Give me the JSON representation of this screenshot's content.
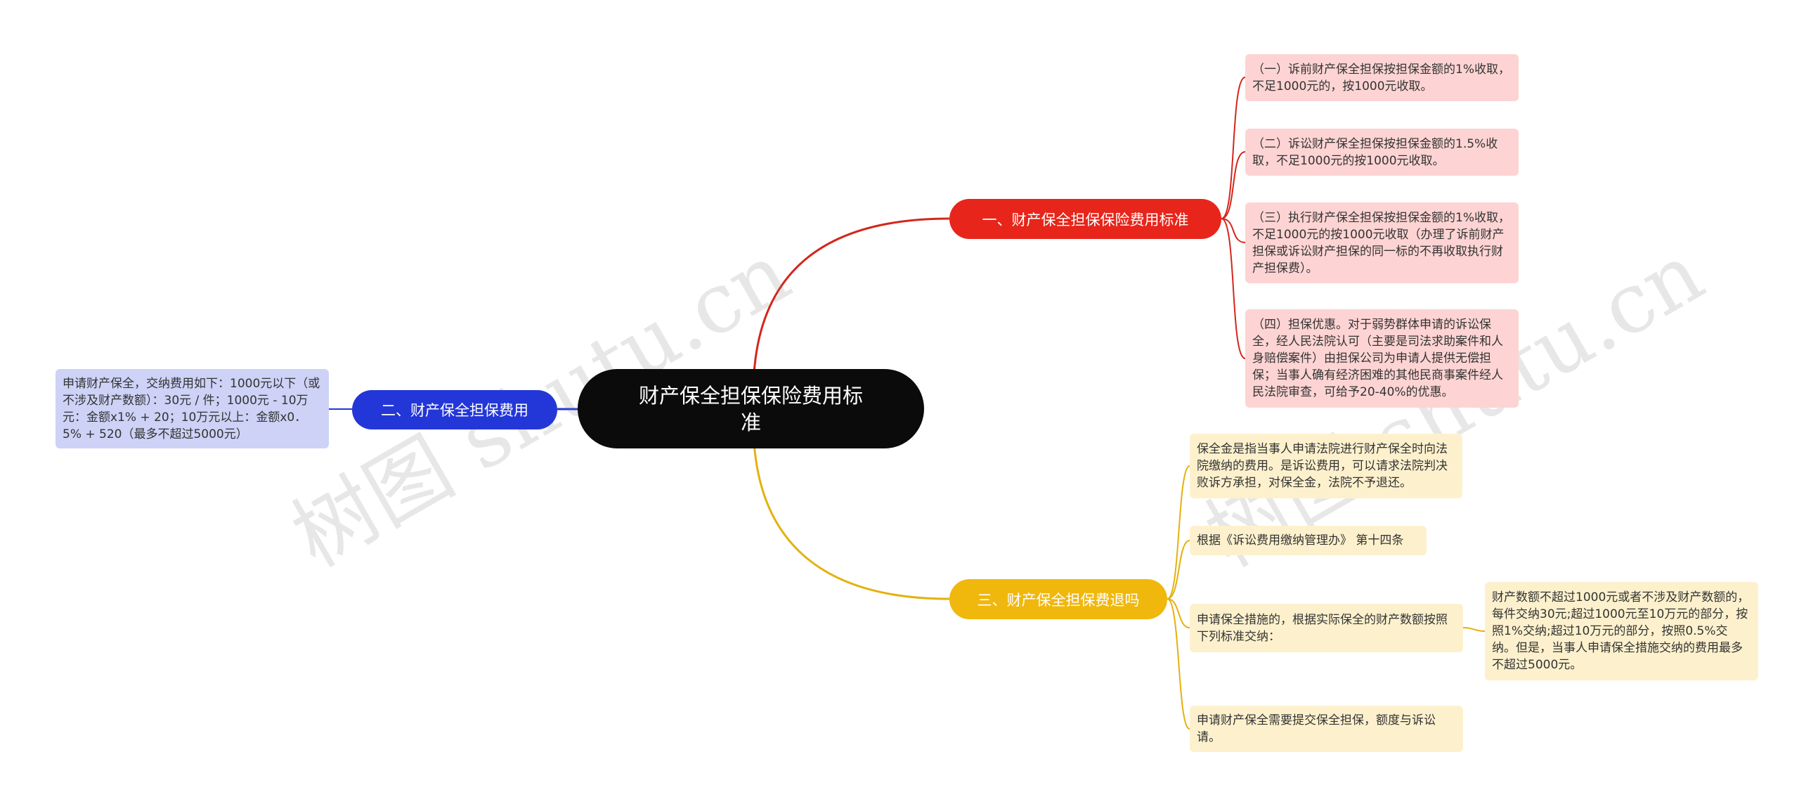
{
  "root": {
    "label": "财产保全担保保险费用标\n准"
  },
  "branches": {
    "b1": {
      "label": "一、财产保全担保保险费用标准",
      "color": "#e8251a",
      "children": [
        "（一）诉前财产保全担保按担保金额的1%收取，不足1000元的，按1000元收取。",
        "（二）诉讼财产保全担保按担保金额的1.5%收取，不足1000元的按1000元收取。",
        "（三）执行财产保全担保按担保金额的1%收取，不足1000元的按1000元收取（办理了诉前财产担保或诉讼财产担保的同一标的不再收取执行财产担保费）。",
        "（四）担保优惠。对于弱势群体申请的诉讼保全，经人民法院认可（主要是司法求助案件和人身赔偿案件）由担保公司为申请人提供无偿担保；当事人确有经济困难的其他民商事案件经人民法院审查，可给予20-40%的优惠。"
      ]
    },
    "b2": {
      "label": "二、财产保全担保费用",
      "color": "#2337d8",
      "children": [
        "申请财产保全，交纳费用如下：1000元以下（或不涉及财产数额）：30元 / 件；1000元 - 10万元：金额x1% + 20；10万元以上：金额x0．5% + 520（最多不超过5000元）"
      ]
    },
    "b3": {
      "label": "三、财产保全担保费退吗",
      "color": "#f0b70d",
      "children": [
        "保全金是指当事人申请法院进行财产保全时向法院缴纳的费用。是诉讼费用，可以请求法院判决败诉方承担，对保全金，法院不予退还。",
        "根据《诉讼费用缴纳管理办》 第十四条",
        "申请保全措施的，根据实际保全的财产数额按照下列标准交纳：",
        "申请财产保全需要提交保全担保，额度与诉讼请。"
      ],
      "grandchild": "财产数额不超过1000元或者不涉及财产数额的，每件交纳30元;超过1000元至10万元的部分，按照1%交纳;超过10万元的部分，按照0.5%交纳。但是，当事人申请保全措施交纳的费用最多不超过5000元。"
    }
  },
  "watermarks": [
    "树图 shutu.cn",
    "树图 shutu.cn"
  ]
}
